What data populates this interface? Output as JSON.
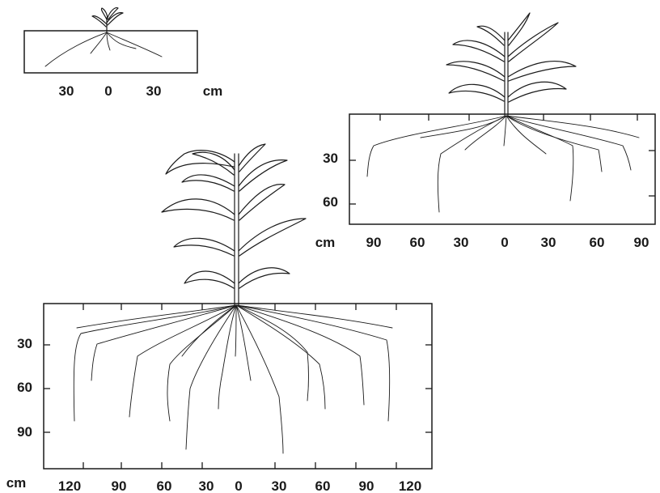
{
  "panels": [
    {
      "id": "small",
      "x_labels": [
        "30",
        "0",
        "30"
      ],
      "x_unit": "cm",
      "y_labels": []
    },
    {
      "id": "medium",
      "x_labels": [
        "90",
        "60",
        "30",
        "0",
        "30",
        "60",
        "90"
      ],
      "x_unit": "cm",
      "y_labels": [
        "30",
        "60"
      ]
    },
    {
      "id": "large",
      "x_labels": [
        "120",
        "90",
        "60",
        "30",
        "0",
        "30",
        "60",
        "90",
        "120"
      ],
      "x_unit": "cm",
      "y_labels": [
        "30",
        "60",
        "90"
      ]
    }
  ],
  "colors": {
    "ink": "#1a1a1a",
    "paper": "#ffffff"
  }
}
